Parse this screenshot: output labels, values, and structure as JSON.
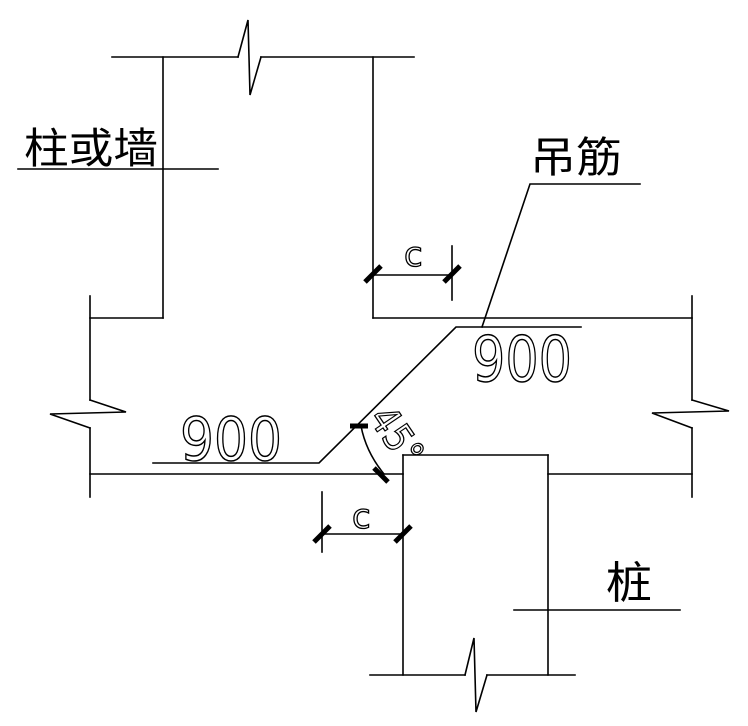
{
  "labels": {
    "column_or_wall": "柱或墙",
    "hanger_bar": "吊筋",
    "pile": "桩",
    "dim_upper": "900",
    "dim_lower": "900",
    "angle": "45°",
    "cover_top": "c",
    "cover_bottom": "c"
  }
}
